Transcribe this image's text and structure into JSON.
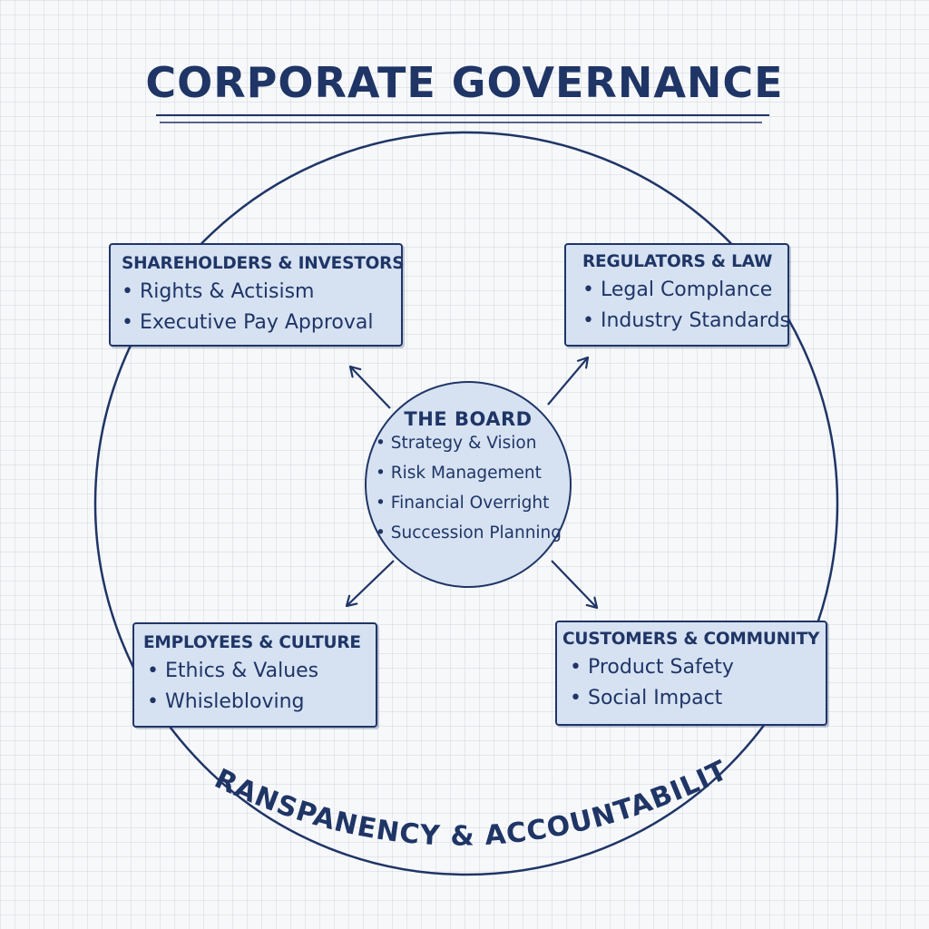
{
  "title": "CORPORATE GOVERNANCE",
  "board": {
    "title": "THE BOARD",
    "items": [
      "Strategy & Vision",
      "Risk Management",
      "Financial Overright",
      "Succession Planning"
    ]
  },
  "stakeholders": {
    "shareholders": {
      "title": "SHAREHOLDERS & INVESTORS",
      "items": [
        "Rights & Actisism",
        "Executive Pay Approval"
      ]
    },
    "regulators": {
      "title": "REGULATORS & LAW",
      "items": [
        "Legal Complance",
        "Industry Standards"
      ]
    },
    "employees": {
      "title": "EMPLOYEES & CULTURE",
      "items": [
        "Ethics & Values",
        "Whislebloving"
      ]
    },
    "customers": {
      "title": "CUSTOMERS & COMMUNITY",
      "items": [
        "Product Safety",
        "Social Impact"
      ]
    }
  },
  "footer": "TRANSPANENCY & ACCOUNTABILITY",
  "colors": {
    "ink": "#1f3566",
    "fill": "#d6e2f2",
    "paper": "#f7f8fa"
  }
}
